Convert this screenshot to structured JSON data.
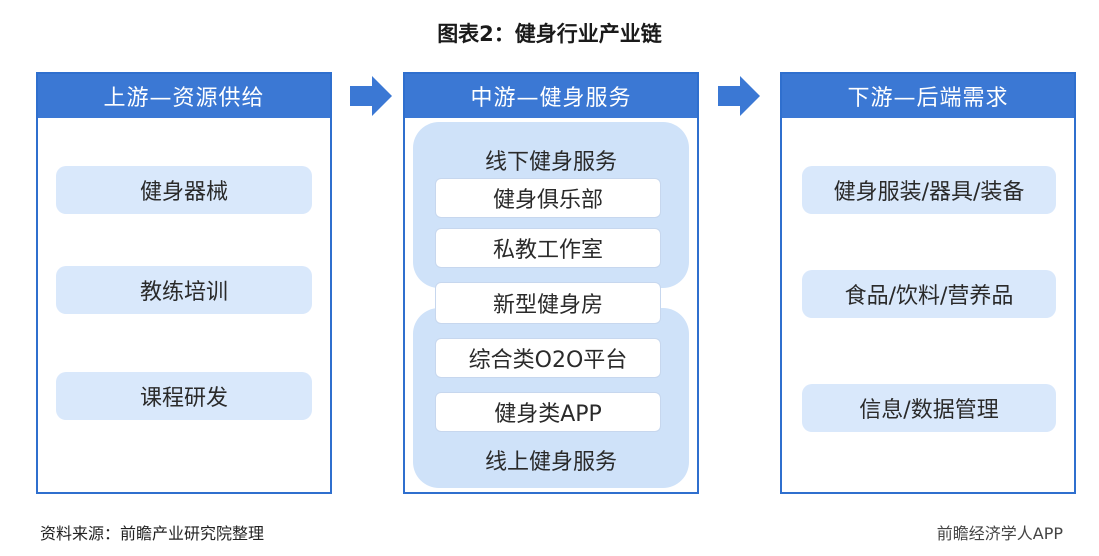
{
  "title": "图表2：健身行业产业链",
  "columns": {
    "upstream": {
      "header": "上游—资源供给",
      "items": [
        "健身器械",
        "教练培训",
        "课程研发"
      ]
    },
    "midstream": {
      "header": "中游—健身服务",
      "offline_label": "线下健身服务",
      "offline_items": [
        "健身俱乐部",
        "私教工作室"
      ],
      "bridge_item": "新型健身房",
      "online_items": [
        "综合类O2O平台",
        "健身类APP"
      ],
      "online_label": "线上健身服务"
    },
    "downstream": {
      "header": "下游—后端需求",
      "items": [
        "健身服装/器具/装备",
        "食品/饮料/营养品",
        "信息/数据管理"
      ]
    }
  },
  "footer": {
    "source": "资料来源：前瞻产业研究院整理",
    "brand": "前瞻经济学人APP"
  },
  "colors": {
    "header_bg": "#3b78d4",
    "pill_bg": "#d9e8fb",
    "group_bg": "#cfe2f9",
    "arrow": "#3b78d4"
  }
}
